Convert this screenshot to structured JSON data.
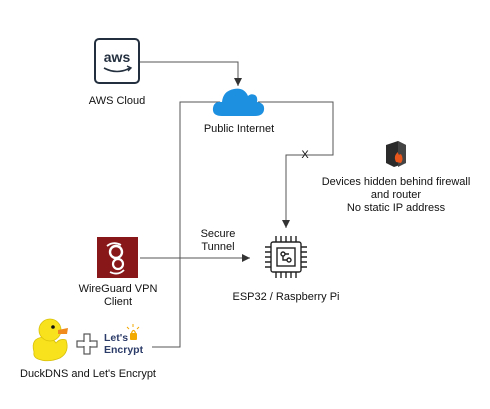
{
  "nodes": {
    "aws": {
      "logo_text": "aws",
      "label": "AWS Cloud"
    },
    "internet": {
      "label": "Public Internet"
    },
    "firewall": {
      "label_lines": [
        "Devices hidden behind firewall",
        "and router",
        "No static IP address"
      ]
    },
    "wireguard": {
      "label_lines": [
        "WireGuard VPN",
        "Client"
      ]
    },
    "esp": {
      "label": "ESP32 / Raspberry Pi"
    },
    "duckdns": {
      "label": "DuckDNS and Let's Encrypt",
      "plus": "+",
      "letsencrypt_lines": [
        "Let's",
        "Encrypt"
      ]
    }
  },
  "edges": {
    "tunnel_label_lines": [
      "Secure",
      "Tunnel"
    ],
    "blocked_mark": "X"
  },
  "colors": {
    "line": "#555555",
    "arrow": "#333333",
    "cloud": "#1e90e0",
    "wireguard_red": "#88171a",
    "duck_yellow": "#f7e21d",
    "duck_beak": "#f08a1c",
    "letsencrypt_blue": "#2c3c69",
    "letsencrypt_gold": "#f2a900",
    "firewall_dark": "#2b2b2b",
    "firewall_flame": "#e8561b",
    "chip": "#222222"
  }
}
